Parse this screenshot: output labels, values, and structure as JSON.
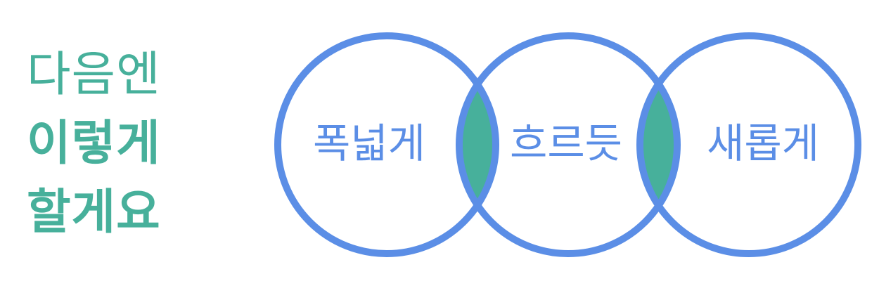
{
  "heading": {
    "line1": "다음엔",
    "line2": "이렇게",
    "line3": "할게요"
  },
  "venn": {
    "labels": [
      "폭넓게",
      "흐르듯",
      "새롭게"
    ]
  },
  "colors": {
    "circle_stroke": "#5b8ee6",
    "overlap_fill": "#47b09b",
    "heading_text": "#47b09b"
  }
}
